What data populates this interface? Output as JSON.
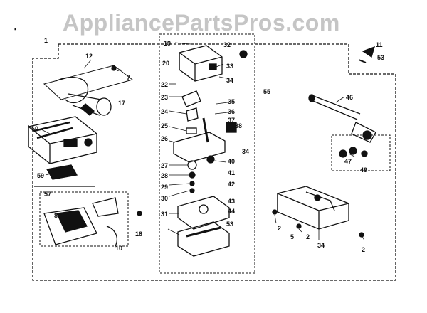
{
  "watermark": "AppliancePartsPros.com",
  "callouts": [
    "1",
    "2",
    "2",
    "2",
    "5",
    "7",
    "8",
    "10",
    "11",
    "12",
    "17",
    "18",
    "19",
    "20",
    "22",
    "23",
    "24",
    "25",
    "26",
    "27",
    "28",
    "29",
    "30",
    "31",
    "32",
    "33",
    "34",
    "34",
    "34",
    "35",
    "36",
    "37",
    "38",
    "40",
    "41",
    "42",
    "43",
    "44",
    "46",
    "47",
    "49",
    "53",
    "53",
    "55",
    "57",
    "59",
    "60"
  ],
  "colors": {
    "line": "#111111",
    "watermark": "#969696",
    "background": "#ffffff"
  }
}
